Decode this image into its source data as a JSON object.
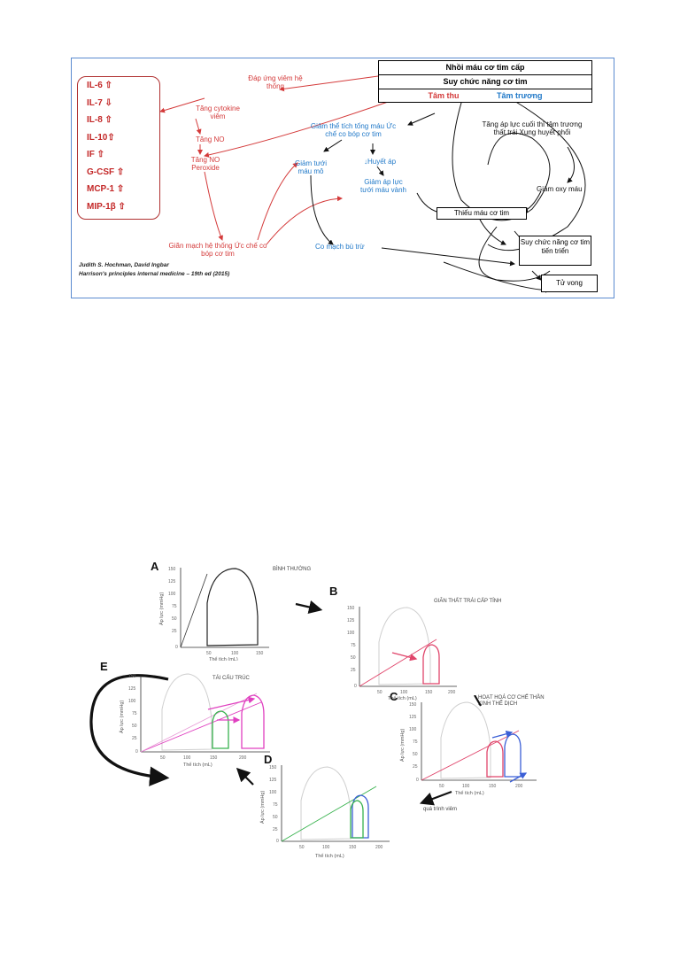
{
  "figure1": {
    "cytokines": [
      "IL-6 ⇧",
      "IL-7 ⇩",
      "IL-8 ⇧",
      "IL-10⇧",
      "IF ⇧",
      "G-CSF ⇧",
      "MCP-1 ⇧",
      "MIP-1β ⇧"
    ],
    "top_box": {
      "row1": "Nhồi máu cơ tim cấp",
      "row2": "Suy chức năng cơ tim",
      "systolic": "Tâm thu",
      "diastolic": "Tâm trương"
    },
    "red_labels": {
      "inflammatory": "Đáp ứng viêm hệ thống",
      "cytokines_up": "Tăng cytokine viêm",
      "no_up": "Tăng NO",
      "no_peroxide": "Tăng NO Peroxide",
      "vasodilation": "Giãn mạch hệ thống Ức chế co bóp cơ tim"
    },
    "blue_labels": {
      "stroke_volume": "Giảm thể tích tống máu Ức chế co bóp cơ tim",
      "perfusion_drop": "Giảm tưới máu mô",
      "bp_drop": "↓Huyết áp",
      "coronary_pressure": "Giảm áp lực tưới máu vành",
      "compensatory": "Co mạch bù trừ"
    },
    "black_labels": {
      "lvedp": "Tăng áp lực cuối thì tâm trương thất trái Xung huyết phổi",
      "hypoxemia": "Giảm oxy máu",
      "ischemia": "Thiếu máu cơ tim",
      "progressive": "Suy chức năng cơ tim tiến triển",
      "death": "Tử vong"
    },
    "citation_line1": "Judith S. Hochman, David Ingbar",
    "citation_line2": "Harrison's principles internal medicine – 19th ed (2015)"
  },
  "figure2": {
    "panels": [
      {
        "letter": "A",
        "title": "BÌNH THƯỜNG"
      },
      {
        "letter": "B",
        "title": "GIÃN THẤT TRÁI CẤP TÍNH"
      },
      {
        "letter": "C",
        "title": "HOẠT HOÁ CƠ CHẾ THẦN KINH THỂ DỊCH"
      },
      {
        "letter": "D",
        "title": ""
      },
      {
        "letter": "E",
        "title": "TÁI CẤU TRÚC"
      }
    ],
    "annotation_inflammation": "quá trình viêm",
    "y_axis_label": "Áp lực (mmHg)",
    "x_axis_label": "Thể tích (mL)",
    "y_ticks": [
      "0",
      "25",
      "50",
      "75",
      "100",
      "125",
      "150"
    ],
    "x_ticks": [
      "0",
      "50",
      "100",
      "150",
      "200"
    ],
    "colors": {
      "normal": "#222222",
      "acute": "#e0446a",
      "neuro": "#3b5fd6",
      "remodel_green": "#37b24d",
      "remodel_pink": "#e040c0"
    }
  }
}
